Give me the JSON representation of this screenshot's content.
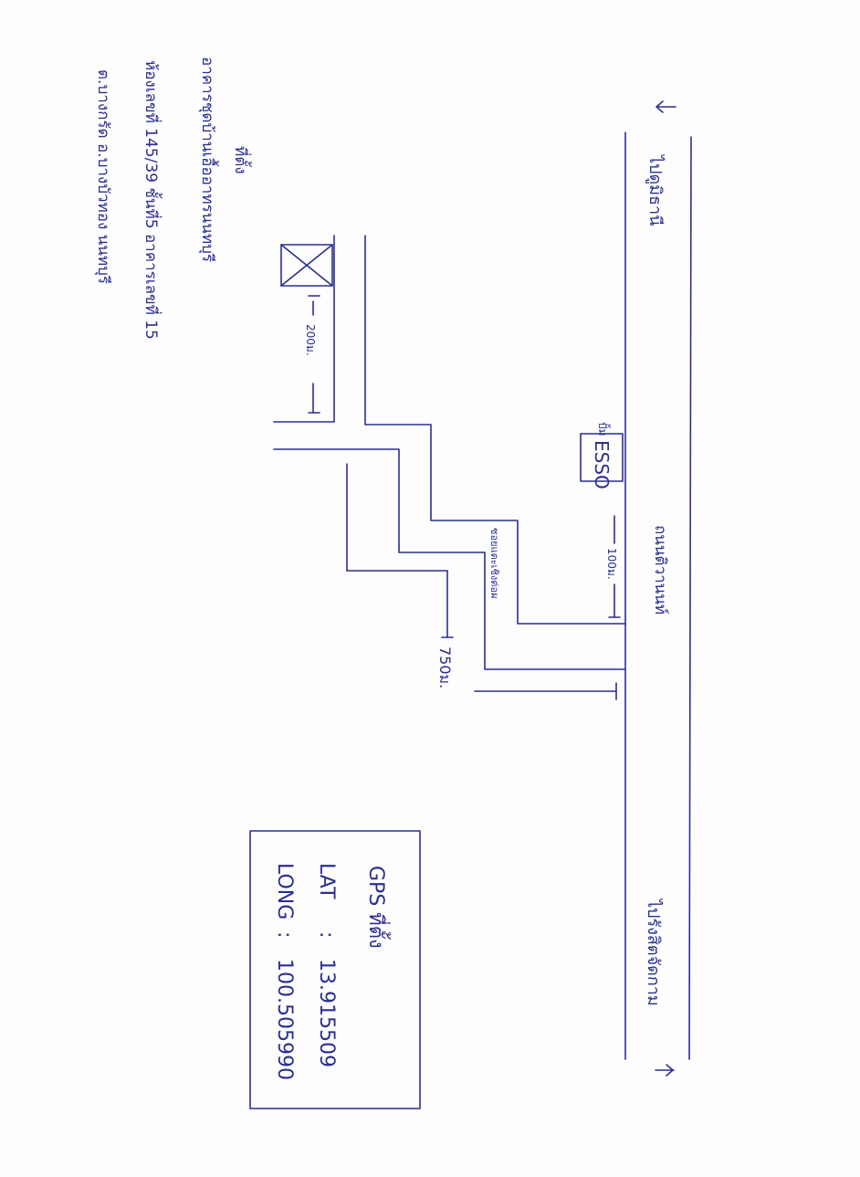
{
  "colors": {
    "ink": "#2a2f8f",
    "paper": "#fdfdfd"
  },
  "address": {
    "heading": "ที่ตั้ง",
    "line1": "อาคารชุดบ้านเอื้ออาทรนนทบุรี",
    "line2": "ห้องเลขที่ 145/39  ชั้นที่5  อาคารเลขที่ 15",
    "line3": "ต.บางกรัด  อ.บางบัวทอง  นนทบุรี"
  },
  "roads": {
    "main_top_direction": "ไปรังสิตจัดกาม",
    "main_bottom_direction": "ไปดูมิธานี",
    "main_road_name": "ถนนติวานนท์",
    "soi_name": "ซอยแตะเชิงต่อผ"
  },
  "landmarks": {
    "gas_station": "ESSO",
    "gas_station_note": "ปั้ม"
  },
  "distances": {
    "to_building": "200ม.",
    "from_esso": "100ม.",
    "soi_length": "750ม."
  },
  "gps": {
    "title": "GPS ที่ตั้ง",
    "lat_label": "LAT",
    "lat_value": "13.915509",
    "lon_label": "LONG",
    "lon_value": "100.505990"
  }
}
